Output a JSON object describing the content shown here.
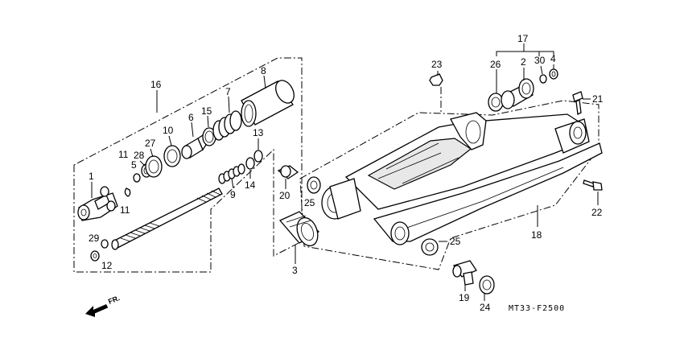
{
  "diagram": {
    "drawing_code": "MT33-F2500",
    "front_marker": "FR.",
    "labels": {
      "p1": "1",
      "p2": "2",
      "p3": "3",
      "p4": "4",
      "p5": "5",
      "p6": "6",
      "p7": "7",
      "p8": "8",
      "p9": "9",
      "p10": "10",
      "p11a": "11",
      "p11b": "11",
      "p12": "12",
      "p13": "13",
      "p14": "14",
      "p15": "15",
      "p16": "16",
      "p17": "17",
      "p18": "18",
      "p19": "19",
      "p20": "20",
      "p21": "21",
      "p22": "22",
      "p23": "23",
      "p24": "24",
      "p25a": "25",
      "p25b": "25",
      "p26": "26",
      "p27": "27",
      "p28": "28",
      "p29": "29",
      "p30": "30"
    }
  }
}
